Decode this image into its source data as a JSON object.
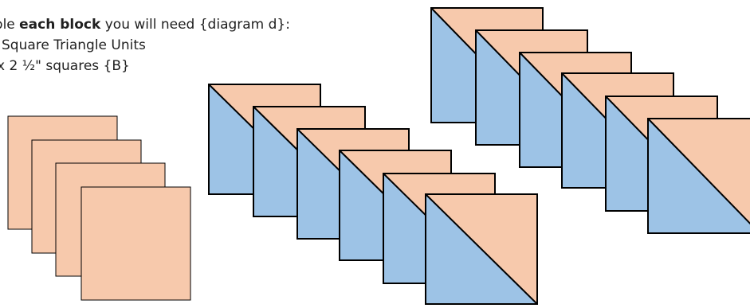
{
  "instructions": {
    "line1_before": "nble ",
    "line1_bold": "each block",
    "line1_after": " you will need {diagram d}:",
    "line2": "Square Triangle Units",
    "line3": "x 2 ½\" squares {B}"
  },
  "colors": {
    "peach": "#f7c9ac",
    "blue": "#9dc3e6",
    "outline": "#000000"
  },
  "diagram": {
    "square_count": 4,
    "hst_stack_front_count": 6,
    "hst_stack_back_count": 6
  }
}
